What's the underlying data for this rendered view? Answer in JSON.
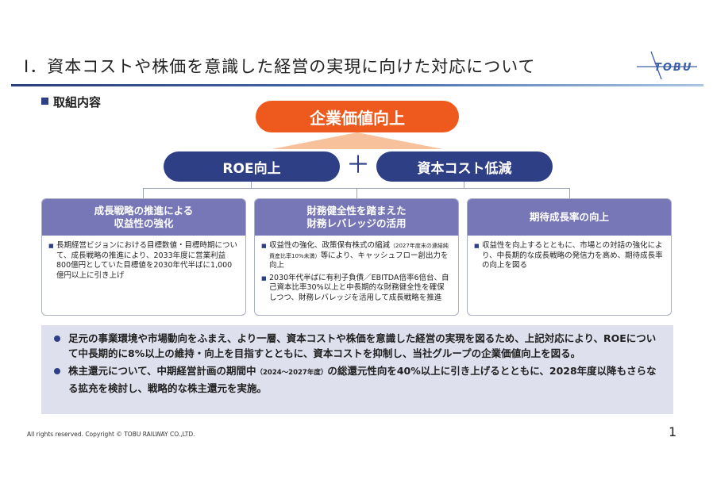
{
  "header": {
    "title": "I．資本コストや株価を意識した経営の実現に向けた対応について",
    "logo_text": "TOBU"
  },
  "section": {
    "label": "取組内容"
  },
  "diagram": {
    "top": "企業価値向上",
    "left": "ROE向上",
    "plus": "＋",
    "right": "資本コスト低減"
  },
  "cards": [
    {
      "title_line1": "成長戦略の推進による",
      "title_line2": "収益性の強化",
      "bullets": [
        "長期経営ビジョンにおける目標数値・目標時期について、成長戦略の推進により、2033年度に営業利益800億円としていた目標値を2030年代半ばに1,000億円以上に引き上げ"
      ]
    },
    {
      "title_line1": "財務健全性を踏まえた",
      "title_line2": "財務レバレッジの活用",
      "bullet1_a": "収益性の強化、政策保有株式の縮減",
      "bullet1_small": "（2027年度末の連結純資産比率10%未満）",
      "bullet1_b": "等により、キャッシュフロー創出力を向上",
      "bullet2": "2030年代半ばに有利子負債／EBITDA倍率6倍台、自己資本比率30%以上と中長期的な財務健全性を確保しつつ、財務レバレッジを活用して成長戦略を推進"
    },
    {
      "title_line1": "期待成長率の向上",
      "bullets": [
        "収益性を向上するとともに、市場との対話の強化により、中長期的な成長戦略の発信力を高め、期待成長率の向上を図る"
      ]
    }
  ],
  "summary": {
    "item1": "足元の事業環境や市場動向をふまえ、より一層、資本コストや株価を意識した経営の実現を図るため、上記対応により、ROEについて中長期的に8%以上の維持・向上を目指すとともに、資本コストを抑制し、当社グループの企業価値向上を図る。",
    "item2_a": "株主還元について、中期経営計画の期間中",
    "item2_small": "（2024～2027年度）",
    "item2_b": "の総還元性向を40%以上に引き上げるとともに、2028年度以降もさらなる拡充を検討し、戦略的な株主還元を実施。"
  },
  "footer": {
    "copyright": "All rights reserved. Copyright © TOBU RAILWAY CO.,LTD.",
    "page": "1"
  },
  "colors": {
    "accent_orange": "#ee5a1e",
    "navy": "#2f3f86",
    "card_header": "#7777b7",
    "summary_bg": "#dfe0ee"
  }
}
